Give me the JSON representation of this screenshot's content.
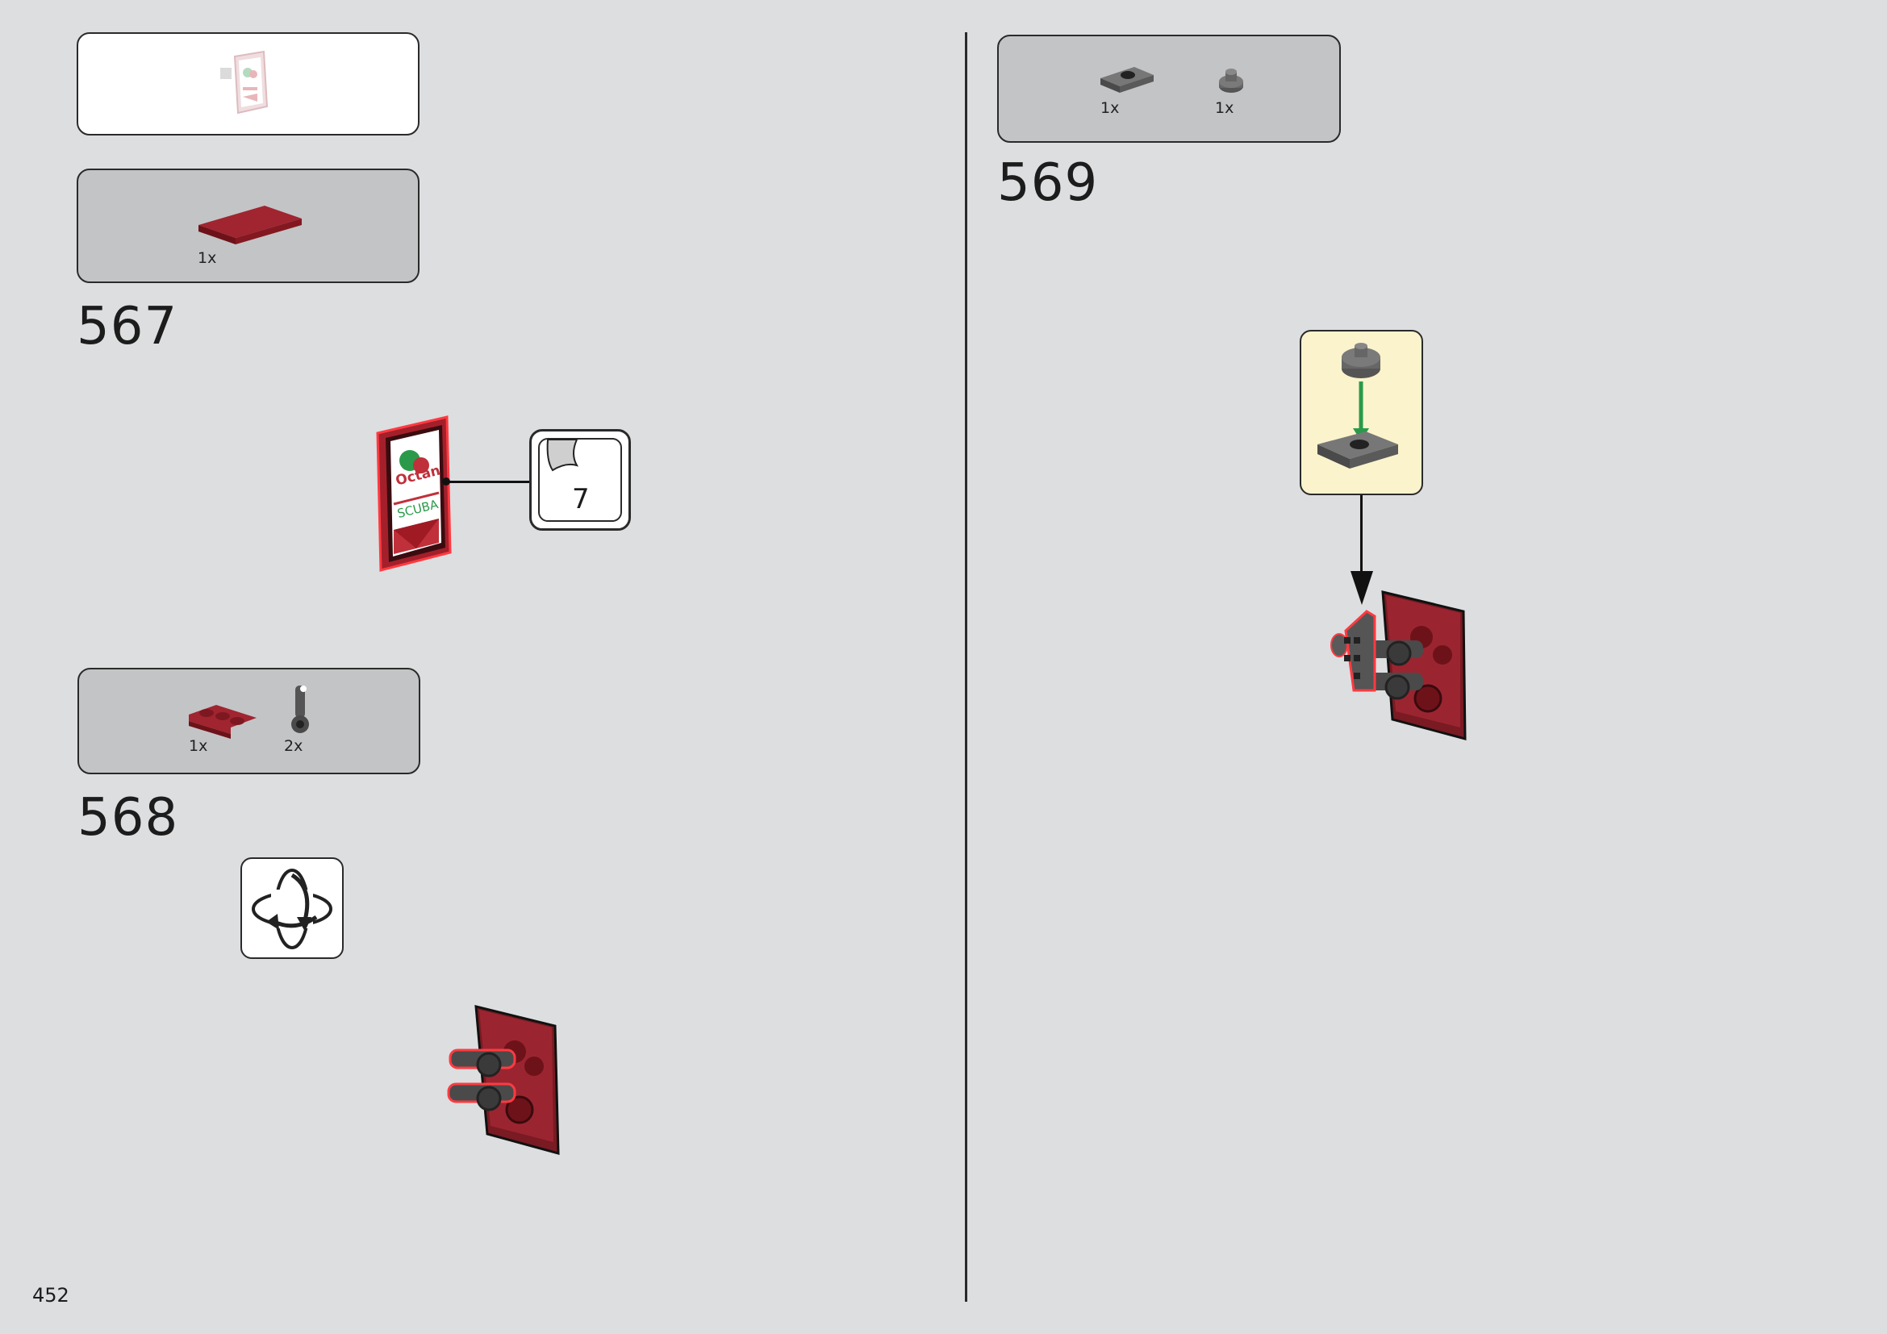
{
  "page_number": "452",
  "left_column": {
    "preview_box": {
      "item_icon": "faded-sign-assembly"
    },
    "step_567": {
      "number": "567",
      "parts": [
        {
          "qty": "1x",
          "icon": "dark-red-tile-2x4"
        }
      ],
      "sticker_callout": {
        "sticker_number": "7"
      },
      "sign_text": {
        "brand": "Octan",
        "label": "SCUBA"
      }
    },
    "step_568": {
      "number": "568",
      "parts": [
        {
          "qty": "1x",
          "icon": "dark-red-corner-plate"
        },
        {
          "qty": "2x",
          "icon": "grey-bar-holder-clip"
        }
      ],
      "rotate_icon": "rotate-model-icon"
    }
  },
  "right_column": {
    "step_569": {
      "number": "569",
      "parts": [
        {
          "qty": "1x",
          "icon": "grey-plate-1x2-with-stud"
        },
        {
          "qty": "1x",
          "icon": "grey-round-plate-1x1"
        }
      ],
      "subassembly_callout": "sub-assembly-panel"
    }
  },
  "colors": {
    "background": "#dcdee0",
    "parts_box": "#c3c4c6",
    "dark_red": "#8b1a25",
    "callout_yellow": "#fbf3cc",
    "arrow_green": "#2a9a4a"
  }
}
